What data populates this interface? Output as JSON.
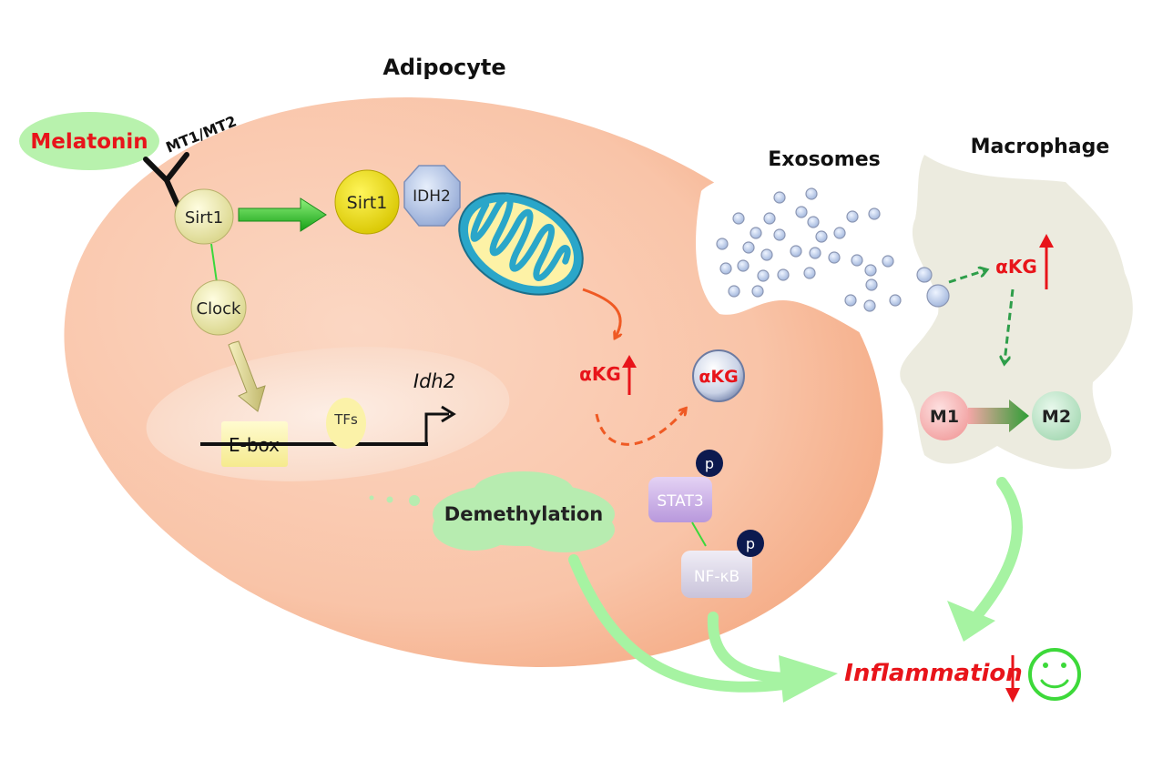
{
  "labels": {
    "adipocyte": "Adipocyte",
    "exosomes": "Exosomes",
    "macrophage": "Macrophage",
    "melatonin": "Melatonin",
    "receptor": "MT1/MT2",
    "sirt1_membrane": "Sirt1",
    "sirt1_mito": "Sirt1",
    "idh2": "IDH2",
    "clock": "Clock",
    "tfs": "TFs",
    "ebox": "E-box",
    "idh2_gene": "Idh2",
    "akg_cyto": "αKG",
    "akg_vesicle": "αKG",
    "akg_macrophage": "αKG",
    "stat3": "STAT3",
    "nfkb": "NF-κB",
    "phospho_1": "p",
    "phospho_2": "p",
    "m1": "M1",
    "m2": "M2",
    "demethylation": "Demethylation",
    "inflammation": "Inflammation"
  },
  "colors": {
    "cell_fill": "#f9c3a6",
    "nucleus_fill": "#fbe1d2",
    "macrophage_fill": "#ecebdf",
    "red_text": "#e8141a",
    "green_arrow": "#3fb93d",
    "light_green_arrow": "#a6f3a2",
    "orange_arrow": "#ef5a24",
    "dashed_green": "#2e9e4a",
    "mito_outer": "#2aa6c9",
    "mito_inner": "#fdf2a6",
    "sirt1_yellow": "#f2e400",
    "idh2_blue": "#b7c8e8",
    "phospho_navy": "#0c1a4f",
    "smiley_green": "#3dd93a"
  }
}
